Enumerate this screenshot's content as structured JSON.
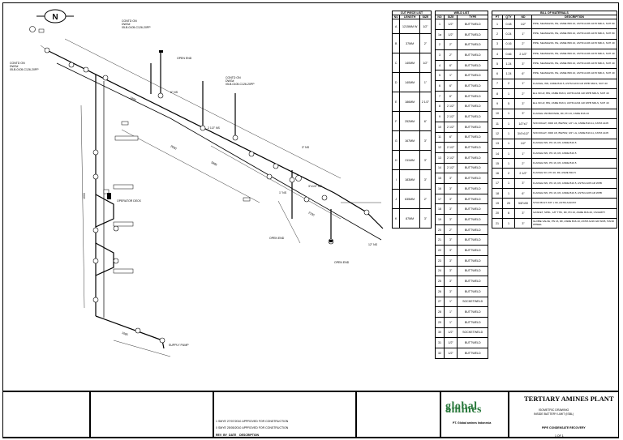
{
  "north": "N",
  "cut_list": {
    "title": "CUT PIECE LIST",
    "headers": [
      "NO",
      "LENGTH",
      "SIZE"
    ],
    "rows": [
      [
        "A",
        "1215MM W",
        "1/2\""
      ],
      [
        "B",
        "37MM",
        "2\""
      ],
      [
        "C",
        "140MM",
        "1/2\""
      ],
      [
        "D",
        "140MM",
        "1\""
      ],
      [
        "E",
        "186MM",
        "2 1/2\""
      ],
      [
        "F",
        "252MM",
        "6\""
      ],
      [
        "G",
        "167MM",
        "3\""
      ],
      [
        "H",
        "211MM",
        "3\""
      ],
      [
        "I",
        "183MM",
        "3\""
      ],
      [
        "J",
        "635MM",
        "2\""
      ],
      [
        "K",
        "87MM",
        "3\""
      ]
    ]
  },
  "weld_list": {
    "title": "WELD LIST",
    "headers": [
      "NO",
      "SIZE",
      "TYPE"
    ],
    "rows": [
      [
        "1",
        "1/2\"",
        "BUTTWELD"
      ],
      [
        "1a",
        "1/2\"",
        "BUTTWELD"
      ],
      [
        "2",
        "2\"",
        "BUTTWELD"
      ],
      [
        "3",
        "2\"",
        "BUTTWELD"
      ],
      [
        "4",
        "6\"",
        "BUTTWELD"
      ],
      [
        "5",
        "1\"",
        "BUTTWELD"
      ],
      [
        "6",
        "6\"",
        "BUTTWELD"
      ],
      [
        "7",
        "6\"",
        "BUTTWELD"
      ],
      [
        "8",
        "2 1/2\"",
        "BUTTWELD"
      ],
      [
        "9",
        "2 1/2\"",
        "BUTTWELD"
      ],
      [
        "10",
        "2 1/2\"",
        "BUTTWELD"
      ],
      [
        "11",
        "6\"",
        "BUTTWELD"
      ],
      [
        "12",
        "2 1/2\"",
        "BUTTWELD"
      ],
      [
        "13",
        "2 1/2\"",
        "BUTTWELD"
      ],
      [
        "14",
        "2 1/2\"",
        "BUTTWELD"
      ],
      [
        "15",
        "3\"",
        "BUTTWELD"
      ],
      [
        "16",
        "3\"",
        "BUTTWELD"
      ],
      [
        "17",
        "3\"",
        "BUTTWELD"
      ],
      [
        "18",
        "3\"",
        "BUTTWELD"
      ],
      [
        "19",
        "3\"",
        "BUTTWELD"
      ],
      [
        "20",
        "2\"",
        "BUTTWELD"
      ],
      [
        "21",
        "3\"",
        "BUTTWELD"
      ],
      [
        "22",
        "3\"",
        "BUTTWELD"
      ],
      [
        "23",
        "3\"",
        "BUTTWELD"
      ],
      [
        "24",
        "3\"",
        "BUTTWELD"
      ],
      [
        "25",
        "3\"",
        "BUTTWELD"
      ],
      [
        "26",
        "3\"",
        "BUTTWELD"
      ],
      [
        "27",
        "1\"",
        "SOCKETWELD"
      ],
      [
        "28",
        "1\"",
        "BUTTWELD"
      ],
      [
        "29",
        "1\"",
        "BUTTWELD"
      ],
      [
        "30",
        "1/2\"",
        "SOCKETWELD"
      ],
      [
        "31",
        "1/2\"",
        "BUTTWELD"
      ],
      [
        "32",
        "1/2\"",
        "BUTTWELD"
      ]
    ]
  },
  "bom": {
    "title": "BILL OF MATERIALS",
    "headers": [
      "PT",
      "QTY",
      "ND",
      "DESCRIPTION"
    ],
    "rows": [
      [
        "1",
        "0.08",
        "1/2\"",
        "PIPE, SEAMLESS, PE, ASME B36.10, ASTM A106 GR B SMLS, SCH 80"
      ],
      [
        "2",
        "0.24",
        "1\"",
        "PIPE, SEAMLESS, PE, ASME B36.10, ASTM A106 GR B SMLS, SCH 80"
      ],
      [
        "3",
        "0.16",
        "2\"",
        "PIPE, SEAMLESS, PE, ASME B36.10, ASTM A106 GR B SMLS, SCH 40"
      ],
      [
        "4",
        "0.66",
        "2 1/2\"",
        "PIPE, SEAMLESS, PE, ASME B36.10, ASTM A106 GR B SMLS, SCH 40"
      ],
      [
        "5",
        "1.24",
        "3\"",
        "PIPE, SEAMLESS, PE, ASME B36.10, ASTM A106 GR B SMLS, SCH 40"
      ],
      [
        "6",
        "1.24",
        "6\"",
        "PIPE, SEAMLESS, PE, ASME B36.10, ASTM A106 GR B SMLS, SCH 40"
      ],
      [
        "7",
        "2",
        "1\"",
        "FLANGE, WN, ASME B16.5, ASTM A234 GR WPB SMLS, SCH 40"
      ],
      [
        "8",
        "1",
        "2\"",
        "ELL 90 LR, BW, ASME B16.9, ASTM A234 GR WPB SMLS, SCH 40"
      ],
      [
        "9",
        "5",
        "3\"",
        "ELL 90 LR, BW, ASME B16.9, ASTM A234 GR WPB SMLS, SCH 40"
      ],
      [
        "10",
        "1",
        "3\"",
        "FLANGE 150 BRONZE, RF, PN 16, ASME B16.10"
      ],
      [
        "11",
        "1",
        "1/2\"x1\"",
        "SOCKOLET, 3000 LB, BW/SW, 1/2\" LG, ASME B16.11, ASTM A105"
      ],
      [
        "12",
        "1",
        "3/4\"x1/2\"",
        "SOCKOLET, 3000 LB, BW/SW, 3/4\" LG, ASME B16.11, ASTM A105"
      ],
      [
        "13",
        "1",
        "1/2\"",
        "FLANGE WN, PN 16, RF, ASME B16.5"
      ],
      [
        "14",
        "1",
        "1\"",
        "FLANGE WN, PN 16, RF, ASME B16.5"
      ],
      [
        "15",
        "1",
        "2\"",
        "FLANGE WN, PN 16, RF, ASME B16.5"
      ],
      [
        "16",
        "2",
        "2 1/2\"",
        "FLANGE SO, PN 16, RF, ASME B16.5"
      ],
      [
        "17",
        "1",
        "3\"",
        "FLANGE WN, PN 16, RF, ASME B16.5, ASTM A105 GR WPB"
      ],
      [
        "18",
        "1",
        "6\"",
        "FLANGE WN, PN 16, RF, ASME B16.5, ASTM A105 GR WPB"
      ],
      [
        "19",
        "20",
        "5/8\"x90",
        "STUD BOLT, 5/8\" x 90, ASTM A193 B7"
      ],
      [
        "20",
        "6",
        "3\"",
        "GASKET, SPRL, 1/8\" THK, RF, PN 16, ASME B16.20, CS/GRPH"
      ],
      [
        "21",
        "1",
        "3\"",
        "GLOBE VALVE, PN 16, RF, ASME B16.10, ASTM A216 GR WCB, HAND WHEEL"
      ]
    ]
  },
  "annotations": {
    "conn_top": [
      "CONTD ON",
      "DWG#",
      "05-B-0105-C126-20PP"
    ],
    "conn_left": [
      "CONTD ON",
      "DWG#",
      "05-B-0105-C126-20PP"
    ],
    "conn_mid": [
      "CONTD ON",
      "DWG#",
      "05-B-0105-C126-20PP"
    ],
    "open_end_1": "OPEN END",
    "open_end_2": "OPEN END",
    "open_end_3": "OPEN END",
    "operator_deck": "OPERATOR DECK",
    "supply_pump": "SUPPLY PUMP",
    "dims": [
      "1809",
      "1000",
      "2600",
      "5885",
      "1085",
      "2100",
      "2 1/2\" NS",
      "1\" NS",
      "3\" NS",
      "6\" NS",
      "12\" NS",
      "3\"x1/2\" NS"
    ]
  },
  "title_block": {
    "company": "global amines",
    "company_sub": "PT. Global amines Indonesia",
    "plant": "TERTIARY AMINES PLANT",
    "doc_lines": [
      "ISOMETRIC DRAWING",
      "INSIDE BATTERY LIMIT (ISBL)"
    ],
    "pipe_label": "PIPE CONDENSATE RECOVERY",
    "revisions": [
      [
        "1",
        "SMYE",
        "27/07/2010",
        "APPROVED FOR CONSTRUCTION"
      ],
      [
        "0",
        "SMYE",
        "25/05/2010",
        "APPROVED FOR CONSTRUCTION"
      ]
    ],
    "rev_headers": [
      "REV",
      "BY",
      "DATE",
      "DESCRIPTION"
    ],
    "sheet": "1 OF 1"
  }
}
